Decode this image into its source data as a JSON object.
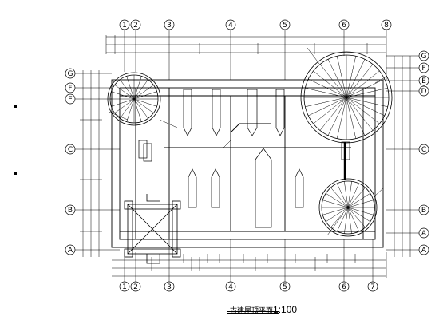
{
  "drawing": {
    "title": "古建屋顶平面",
    "scale_prefix": "1:",
    "scale_value": "100"
  },
  "grid_axes": {
    "vertical": [
      "1",
      "2",
      "3",
      "4",
      "5",
      "6",
      "8",
      "7"
    ],
    "horizontal": [
      "A",
      "B",
      "C",
      "D",
      "E",
      "F",
      "G"
    ]
  },
  "line_color": "#000000",
  "background_color": "#ffffff"
}
